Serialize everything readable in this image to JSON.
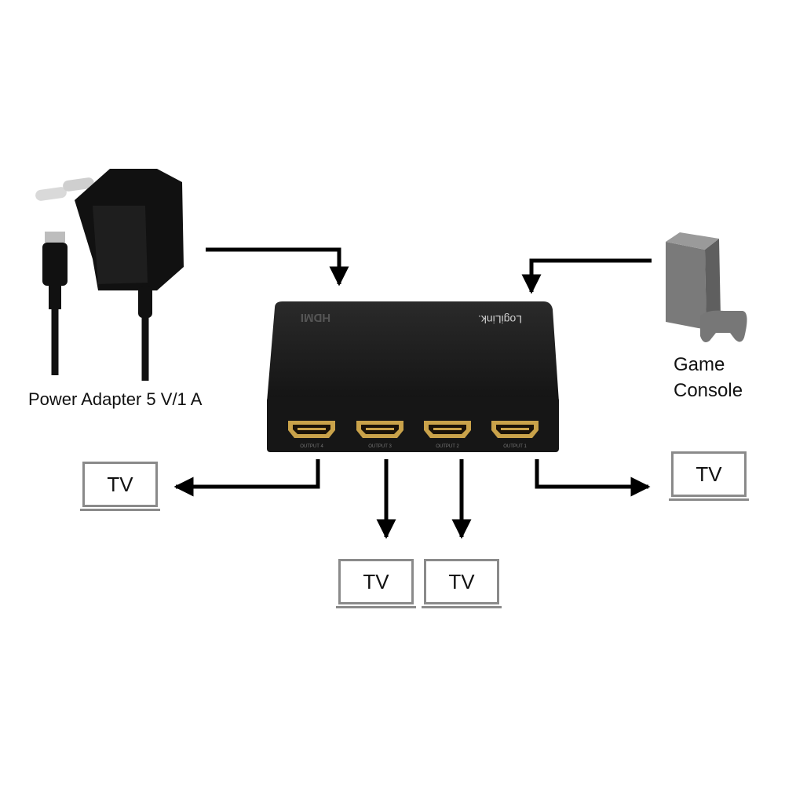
{
  "device": {
    "brand_text": "LogiLink.",
    "hdmi_logo_text": "HDMI",
    "ports": [
      "OUTPUT 4",
      "OUTPUT 3",
      "OUTPUT 2",
      "OUTPUT 1"
    ],
    "body_color": "#1a1a1a",
    "port_color": "#c9a24a"
  },
  "power_adapter": {
    "label": "Power Adapter 5 V/1 A"
  },
  "game_console": {
    "label_line1": "Game",
    "label_line2": "Console"
  },
  "tvs": [
    {
      "label": "TV"
    },
    {
      "label": "TV"
    },
    {
      "label": "TV"
    },
    {
      "label": "TV"
    }
  ],
  "colors": {
    "arrow": "#000000",
    "tv_frame": "#8a8a8a",
    "console": "#777777"
  }
}
